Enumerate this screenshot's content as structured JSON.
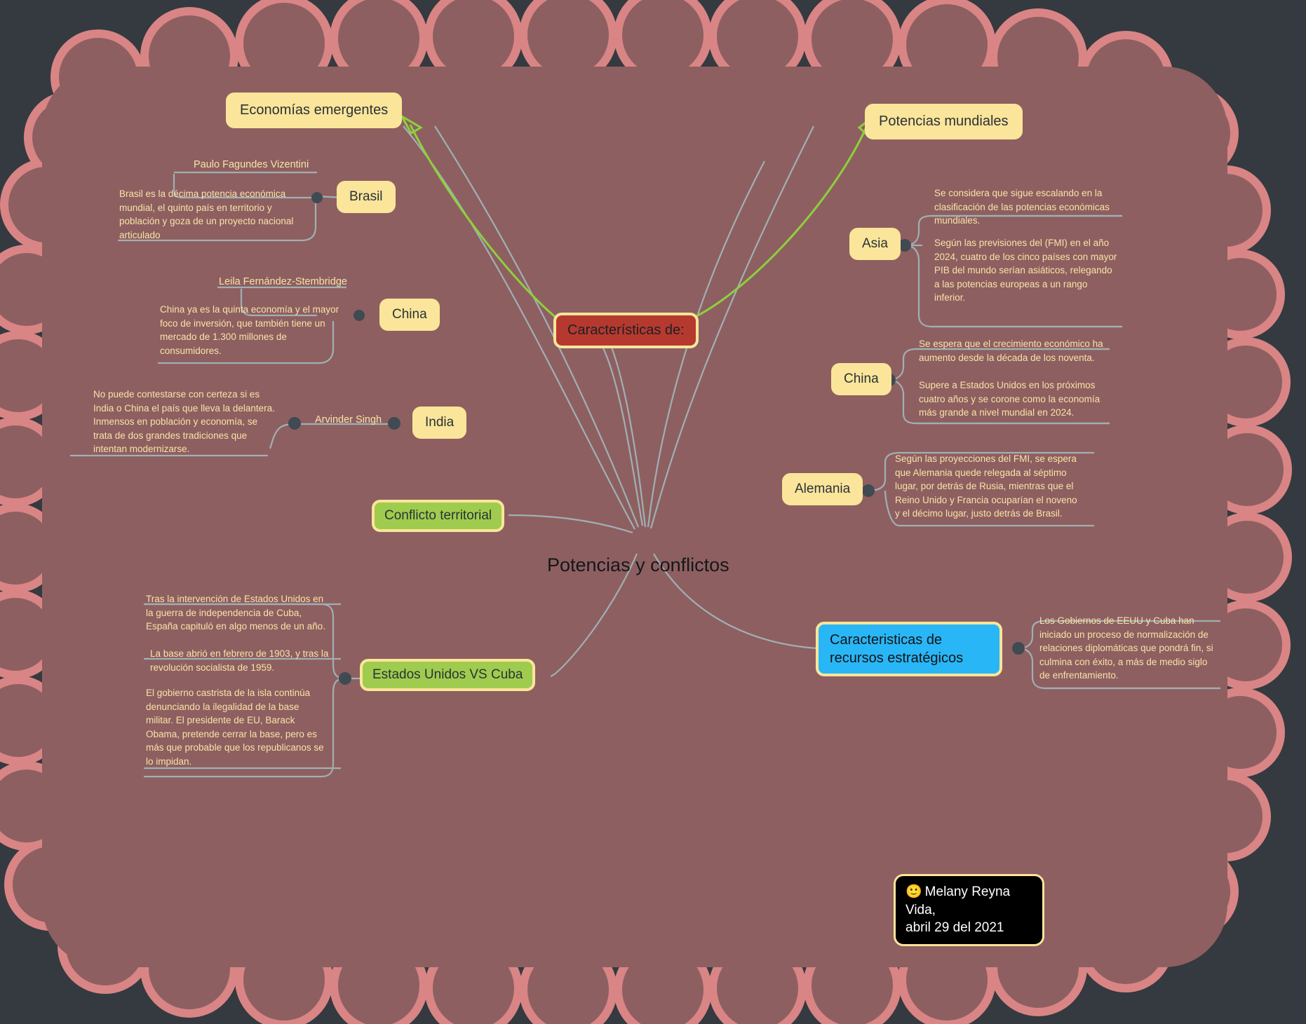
{
  "canvas": {
    "background": "#343a40",
    "frame_fill": "#8e5f60",
    "frame_edge": "#e08a8a"
  },
  "root": {
    "label": "Potencias y conflictos"
  },
  "nodes": {
    "economias_emergentes": "Economías emergentes",
    "potencias_mundiales": "Potencias mundiales",
    "caracteristicas_de": "Características de:",
    "brasil": "Brasil",
    "china_left": "China",
    "india": "India",
    "conflicto_territorial": "Conflicto territorial",
    "estados_unidos_vs_cuba": "Estados Unidos VS Cuba",
    "asia": "Asia",
    "china_right": "China",
    "alemania": "Alemania",
    "recursos_estrategicos": "Caracteristicas de recursos estratégicos"
  },
  "authors": {
    "brasil": "Paulo Fagundes Vizentini",
    "china": "Leila Fernández-Stembridge",
    "india": "Arvinder Singh"
  },
  "notes": {
    "brasil": "Brasil es la décima potencia económica\nmundial, el quinto país en territorio y\npoblación y goza de un proyecto nacional\narticulado",
    "china_left": "China ya es la quinta economía y el mayor\nfoco de inversión, que también tiene un\nmercado de 1.300 millones de\nconsumidores.",
    "india": "No puede contestarse con certeza si es\nIndia o China el país que lleva la delantera.\nInmensos en población y economía, se\ntrata de dos grandes tradiciones que\nintentan modernizarse.",
    "asia_1": "Se considera que sigue escalando en la\nclasificación de las potencias económicas\nmundiales.",
    "asia_2": "Según las previsiones del (FMI) en el año\n2024, cuatro de los cinco países con mayor\nPIB del mundo serían asiáticos, relegando\na las potencias europeas a un rango\ninferior.",
    "china_right_1": "Se espera que el crecimiento económico ha\naumento desde la década de los noventa.",
    "china_right_2": "Supere a Estados Unidos en los próximos\ncuatro años y se corone como la economía\nmás grande a nivel mundial en 2024.",
    "alemania": "Según las proyecciones del FMI, se espera\nque Alemania quede relegada al séptimo\nlugar, por detrás de Rusia, mientras que el\nReino Unido y Francia ocuparían el noveno\ny el décimo lugar, justo detrás de Brasil.",
    "cuba_1": "Tras la intervención de Estados Unidos en\nla guerra de independencia de Cuba,\nEspaña capituló en algo menos de un año.",
    "cuba_2": "La base abrió en febrero de 1903, y tras la\nrevolución socialista de 1959.",
    "cuba_3": "El gobierno castrista de la isla continúa\ndenunciando la ilegalidad de la base\nmilitar. El presidente de EU, Barack\nObama, pretende cerrar la base, pero es\nmás que probable que los republicanos se\nlo impidan.",
    "recursos": "Los Gobiernos de EEUU y Cuba han\niniciado un proceso de normalización de\nrelaciones diplomáticas que pondrá fin, si\nculmina con éxito, a más de medio siglo\nde enfrentamiento."
  },
  "signature": {
    "emoji": "🙂",
    "text": "Melany Reyna Vida,\nabril 29 del 2021"
  },
  "colors": {
    "node_yellow": "#fae59a",
    "node_red": "#b6392f",
    "node_green": "#9fcc4e",
    "node_cyan": "#29b6f6",
    "link_grey": "#9fb0b5",
    "link_green": "#8ed03c",
    "note_text": "#f7e3a8"
  }
}
